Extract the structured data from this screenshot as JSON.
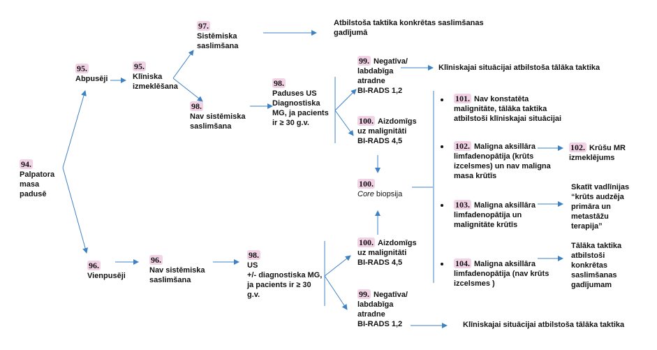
{
  "colors": {
    "arrow": "#3e82c4",
    "badge_bg": "#f2d3e6"
  },
  "nodes": {
    "n94": {
      "num": "94.",
      "lines": [
        "Palpatora",
        "masa",
        "padusē"
      ]
    },
    "n95a": {
      "num": "95.",
      "lines": [
        "Abpusēji"
      ]
    },
    "n95b": {
      "num": "95.",
      "lines": [
        "Klīniska",
        "izmeklēšana"
      ]
    },
    "n97": {
      "num": "97.",
      "lines": [
        "Sistēmiska",
        "saslimšana"
      ]
    },
    "n97_result": {
      "lines": [
        "Atbilstoša taktika konkrētas saslimšanas",
        "gadījumā"
      ]
    },
    "n98a": {
      "num": "98.",
      "lines": [
        "Nav sistēmiska",
        "saslimšana"
      ]
    },
    "n98b": {
      "num": "98.",
      "lines": [
        "Paduses US",
        "Diagnostiska",
        "MG, ja pacients",
        "ir ≥ 30 g.v."
      ]
    },
    "n99a": {
      "num": "99.",
      "first": "Negatīva/",
      "lines": [
        "labdabīga",
        "atradne",
        "BI-RADS 1,2"
      ]
    },
    "n99a_result": {
      "lines": [
        "Klīniskajai  situācijai atbilstoša tālāka taktika"
      ]
    },
    "n100a": {
      "num": "100.",
      "first": "Aizdomīgs",
      "lines": [
        "uz malignitāti",
        "BI-RADS 4,5"
      ]
    },
    "n100core": {
      "num": "100.",
      "core": "Core",
      "rest": " biopsija"
    },
    "n101": {
      "num": "101.",
      "first": "Nav konstatēta",
      "lines": [
        "malignitāte,  tālāka taktika",
        "atbilstoši klīniskajai situācijai"
      ]
    },
    "n102": {
      "num": "102.",
      "first": "Maligna aksillāra",
      "lines": [
        "limfadenopātija (krūts",
        "izcelsmes) un nav maligna",
        "masa krūtīs"
      ]
    },
    "n102_result": {
      "num": "102.",
      "first": "Krūšu MR",
      "lines": [
        "izmeklējums"
      ]
    },
    "n103": {
      "num": "103.",
      "first": "Maligna aksillāra",
      "lines": [
        "limfadenopātija  un",
        "malignitāte krūtīs"
      ]
    },
    "n103_result": {
      "lines": [
        "Skatīt vadlīnijas",
        "“krūts audzēja",
        "primāra un",
        "metastāžu",
        "terapija”"
      ]
    },
    "n104": {
      "num": "104.",
      "first": "Maligna aksillāra",
      "lines": [
        "limfadenopātija (nav krūts",
        "izcelsmes )"
      ]
    },
    "n104_result": {
      "lines": [
        "Tālāka taktika",
        "atbilstoši",
        "konkrētas",
        "saslimšanas",
        "gadījumam"
      ]
    },
    "n96a": {
      "num": "96.",
      "lines": [
        "Vienpusēji"
      ]
    },
    "n96b": {
      "num": "96.",
      "lines": [
        "Nav sistēmiska",
        "saslimšana"
      ]
    },
    "n98c": {
      "num": "98.",
      "lines": [
        "US",
        "+/- diagnostiska MG,",
        "ja pacients ir ≥ 30",
        "g.v."
      ]
    },
    "n100b": {
      "num": "100.",
      "first": "Aizdomīgs",
      "lines": [
        "uz malignitāti",
        "BI-RADS 4,5"
      ]
    },
    "n99b": {
      "num": "99.",
      "first": "Negatīva/",
      "lines": [
        "labdabīga",
        "atradne",
        "BI-RADS 1,2"
      ]
    },
    "n99b_result": {
      "lines": [
        "Klīniskajai  situācijai atbilstoša tālāka taktika"
      ]
    }
  }
}
